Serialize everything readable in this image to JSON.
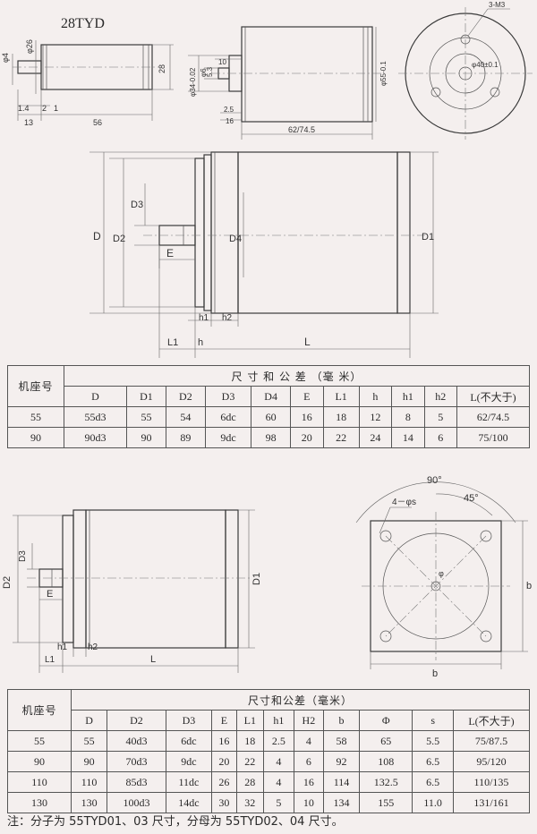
{
  "diagram1": {
    "model_label": "28TYD",
    "dims": {
      "d4": "φ4",
      "d26": "φ26",
      "d28": "28",
      "l14": "1.4",
      "l2": "2",
      "l1": "1",
      "l13": "13",
      "l56": "56",
      "d34": "φ34-0.02",
      "d6": "φ6",
      "l53": "5.3",
      "l10": "10",
      "l25": "2.5",
      "l16": "16",
      "d55": "φ55-0.1",
      "l62": "62/74.5",
      "m3": "3-M3",
      "d40": "φ40±0.1"
    }
  },
  "diagram2": {
    "labels": {
      "D": "D",
      "D2": "D2",
      "D3": "D3",
      "E": "E",
      "D4": "D4",
      "D1": "D1",
      "h1": "h1",
      "h2": "h2",
      "L1": "L1",
      "h": "h",
      "L": "L"
    }
  },
  "table1": {
    "header_model": "机座号",
    "header_span": "尺 寸 和 公 差 （毫 米）",
    "columns": [
      "D",
      "D1",
      "D2",
      "D3",
      "D4",
      "E",
      "L1",
      "h",
      "h1",
      "h2",
      "L(不大于)"
    ],
    "rows": [
      [
        "55",
        "55d3",
        "55",
        "54",
        "6dc",
        "60",
        "16",
        "18",
        "12",
        "8",
        "5",
        "62/74.5"
      ],
      [
        "90",
        "90d3",
        "90",
        "89",
        "9dc",
        "98",
        "20",
        "22",
        "24",
        "14",
        "6",
        "75/100"
      ]
    ]
  },
  "diagram3": {
    "labels": {
      "D2": "D2",
      "D3": "D3",
      "E": "E",
      "D1": "D1",
      "h1": "h1",
      "h2": "h2",
      "L1": "L1",
      "L": "L",
      "angle90": "90°",
      "angle45": "45°",
      "holes": "4－φs",
      "phi": "φ",
      "b_right": "b",
      "b_bottom": "b"
    }
  },
  "table2": {
    "header_model": "机座号",
    "header_span": "尺寸和公差（毫米）",
    "columns": [
      "D",
      "D2",
      "D3",
      "E",
      "L1",
      "h1",
      "H2",
      "b",
      "Φ",
      "s",
      "L(不大于)"
    ],
    "rows": [
      [
        "55",
        "55",
        "40d3",
        "6dc",
        "16",
        "18",
        "2.5",
        "4",
        "58",
        "65",
        "5.5",
        "75/87.5"
      ],
      [
        "90",
        "90",
        "70d3",
        "9dc",
        "20",
        "22",
        "4",
        "6",
        "92",
        "108",
        "6.5",
        "95/120"
      ],
      [
        "110",
        "110",
        "85d3",
        "11dc",
        "26",
        "28",
        "4",
        "16",
        "114",
        "132.5",
        "6.5",
        "110/135"
      ],
      [
        "130",
        "130",
        "100d3",
        "14dc",
        "30",
        "32",
        "5",
        "10",
        "134",
        "155",
        "11.0",
        "131/161"
      ]
    ]
  },
  "note": "注：分子为 55TYD01、03 尺寸，分母为 55TYD02、04 尺寸。"
}
